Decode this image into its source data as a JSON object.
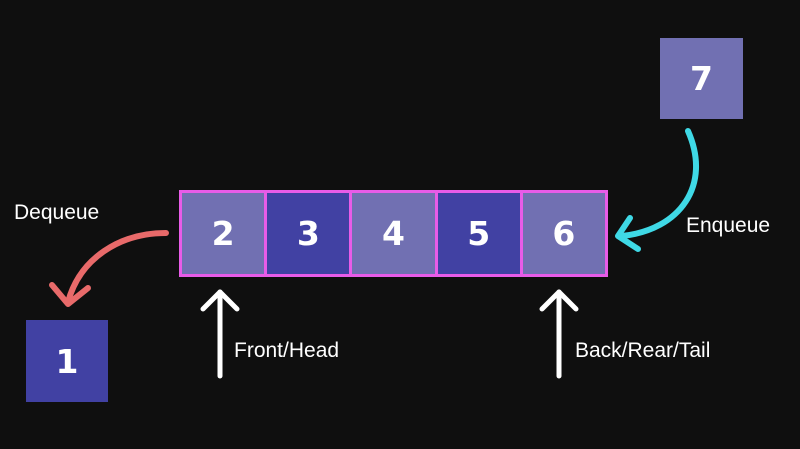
{
  "queue": {
    "cells": [
      {
        "value": "2",
        "shade": "light"
      },
      {
        "value": "3",
        "shade": "dark"
      },
      {
        "value": "4",
        "shade": "light"
      },
      {
        "value": "5",
        "shade": "dark"
      },
      {
        "value": "6",
        "shade": "light"
      }
    ],
    "border_color": "#e85ce8"
  },
  "incoming": {
    "value": "7"
  },
  "removed": {
    "value": "1"
  },
  "labels": {
    "dequeue": "Dequeue",
    "enqueue": "Enqueue",
    "front": "Front/Head",
    "back": "Back/Rear/Tail"
  },
  "colors": {
    "light_cell": "#7170b2",
    "dark_cell": "#4141a3",
    "dequeue_arrow": "#e86a6a",
    "enqueue_arrow": "#3fd9e6",
    "pointer_arrow": "#ffffff"
  }
}
